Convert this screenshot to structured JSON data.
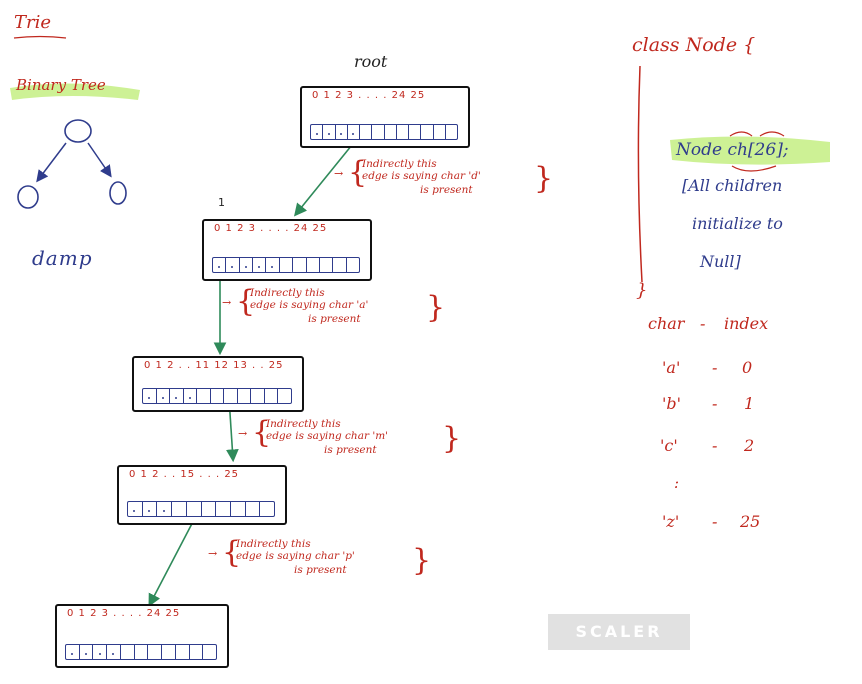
{
  "title": "Trie",
  "binary_tree": {
    "label": "Binary Tree",
    "example_word": "damp"
  },
  "root_label": "root",
  "level_marker": "1",
  "nodes": [
    {
      "indices": "0 1 2 3 . . . . 24 25"
    },
    {
      "indices": "0 1 2 3 . . . . 24 25"
    },
    {
      "indices": "0 1 2 . . 11 12 13 . . 25"
    },
    {
      "indices": "0 1 2 . . 15 . . . 25"
    },
    {
      "indices": "0 1 2 3 . . . . 24 25"
    }
  ],
  "annotations": [
    {
      "line1": "Indirectly this",
      "line2": "edge is saying char 'd'",
      "line3": "is present"
    },
    {
      "line1": "Indirectly this",
      "line2": "edge is saying char 'a'",
      "line3": "is present"
    },
    {
      "line1": "Indirectly this",
      "line2": "edge is saying char 'm'",
      "line3": "is present"
    },
    {
      "line1": "Indirectly this",
      "line2": "edge is saying char 'p'",
      "line3": "is present"
    }
  ],
  "class_node": {
    "header": "class Node {",
    "field": "Node ch[26];",
    "comment_lines": [
      "[All children",
      "initialize to",
      "Null]"
    ],
    "closing": "}"
  },
  "mapping": {
    "header_char": "char",
    "header_dash": "-",
    "header_index": "index",
    "rows": [
      {
        "char": "'a'",
        "dash": "-",
        "index": "0"
      },
      {
        "char": "'b'",
        "dash": "-",
        "index": "1"
      },
      {
        "char": "'c'",
        "dash": "-",
        "index": "2"
      },
      {
        "char": ":",
        "dash": "",
        "index": ""
      },
      {
        "char": "'z'",
        "dash": "-",
        "index": "25"
      }
    ]
  },
  "watermark": "SCALER",
  "colors": {
    "red_ink": "#c0281e",
    "blue_ink": "#2f3c8c",
    "green_arrow": "#2f8a5a",
    "highlight": "#c8ef8a"
  }
}
